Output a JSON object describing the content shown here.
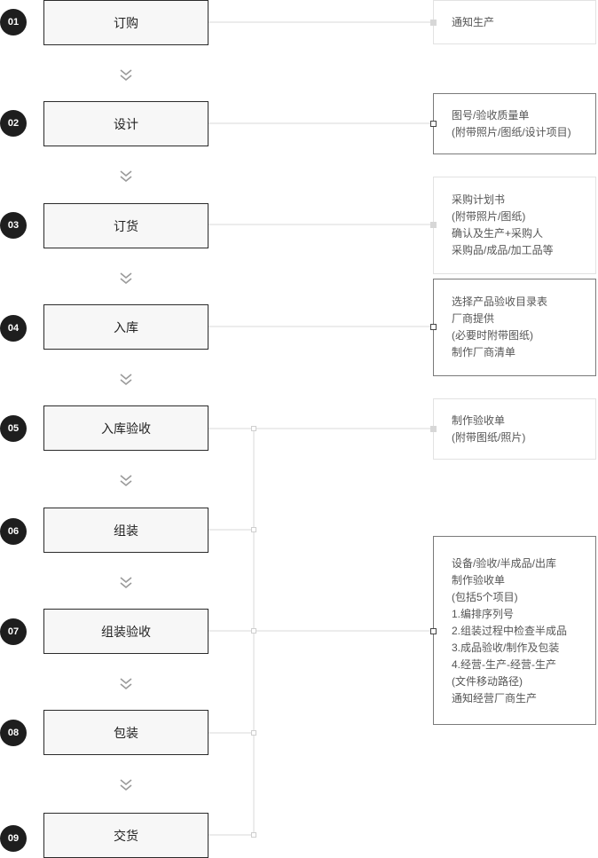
{
  "steps": [
    {
      "num": "01",
      "label": "订购"
    },
    {
      "num": "02",
      "label": "设计"
    },
    {
      "num": "03",
      "label": "订货"
    },
    {
      "num": "04",
      "label": "入库"
    },
    {
      "num": "05",
      "label": "入库验收"
    },
    {
      "num": "06",
      "label": "组装"
    },
    {
      "num": "07",
      "label": "组装验收"
    },
    {
      "num": "08",
      "label": "包装"
    },
    {
      "num": "09",
      "label": "交货"
    }
  ],
  "notes": [
    {
      "lines": [
        "通知生产"
      ]
    },
    {
      "lines": [
        "图号/验收质量单",
        "(附带照片/图纸/设计项目)"
      ]
    },
    {
      "lines": [
        "采购计划书",
        "(附带照片/图纸)",
        "确认及生产+采购人",
        "采购品/成品/加工品等"
      ]
    },
    {
      "lines": [
        "选择产品验收目录表",
        "厂商提供",
        "(必要时附带图纸)",
        "制作厂商清单"
      ]
    },
    {
      "lines": [
        "制作验收单",
        "(附带图纸/照片)"
      ]
    },
    {
      "lines": [
        "设备/验收/半成品/出库",
        "制作验收单",
        "(包括5个项目)",
        "1.编排序列号",
        "2.组装过程中检查半成品",
        "3.成品验收/制作及包装",
        "4.经营-生产-经营-生产",
        "(文件移动路径)",
        "通知经营厂商生产"
      ]
    }
  ],
  "colors": {
    "badge": "#1e1e1e",
    "step_border": "#2b2b2b",
    "step_fill": "#f7f7f7",
    "connector": "#d9d9d9",
    "chevron": "#9a9a9a"
  },
  "icons": {
    "step_separator": "double-chevron-down-icon"
  }
}
